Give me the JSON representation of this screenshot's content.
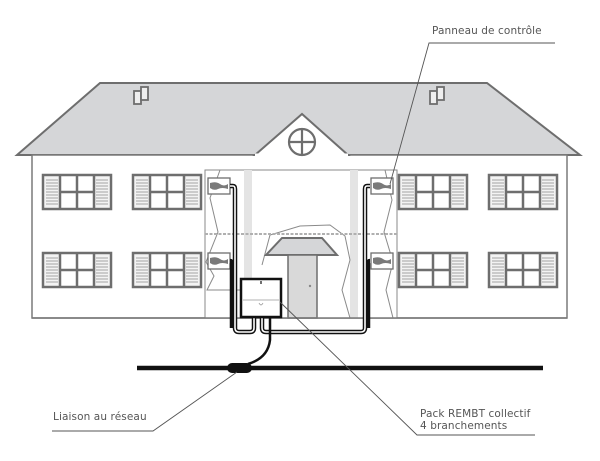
{
  "diagram": {
    "type": "installation-illustration",
    "subject": "Collective building electrical connection",
    "labels": {
      "control_panel": "Panneau de contrôle",
      "network_link": "Liaison au réseau",
      "pack_line1": "Pack REMBT collectif",
      "pack_line2": "4 branchements"
    },
    "building": {
      "floors": 2,
      "windows_per_floor": 4,
      "roof_skylights": 2,
      "meter_panels": 4,
      "entrance_door": 1,
      "gable_round_window": 1
    },
    "colors": {
      "line": "#6e6e6e",
      "roof_fill": "#d5d6d8",
      "cable": "#111111",
      "door_fill": "#d9d9d9",
      "background": "#ffffff",
      "label_text": "#555555"
    }
  }
}
